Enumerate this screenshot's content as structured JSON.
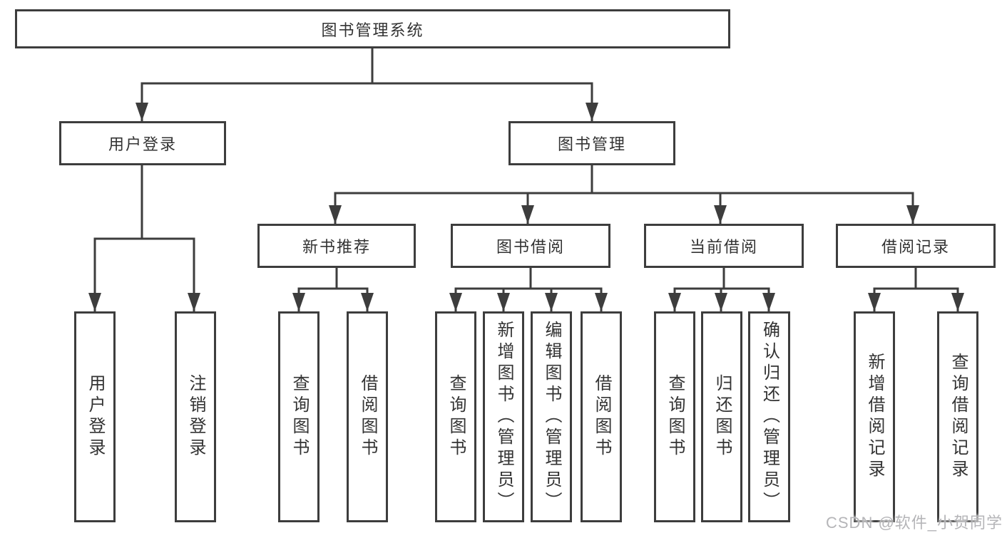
{
  "tree": {
    "label": "图书管理系统",
    "children": [
      {
        "label": "用户登录",
        "children": [
          {
            "label": "用户登录"
          },
          {
            "label": "注销登录"
          }
        ]
      },
      {
        "label": "图书管理",
        "children": [
          {
            "label": "新书推荐",
            "children": [
              {
                "label": "查询图书"
              },
              {
                "label": "借阅图书"
              }
            ]
          },
          {
            "label": "图书借阅",
            "children": [
              {
                "label": "查询图书"
              },
              {
                "label": "新增图书（管理员）"
              },
              {
                "label": "编辑图书（管理员）"
              },
              {
                "label": "借阅图书"
              }
            ]
          },
          {
            "label": "当前借阅",
            "children": [
              {
                "label": "查询图书"
              },
              {
                "label": "归还图书"
              },
              {
                "label": "确认归还（管理员）"
              }
            ]
          },
          {
            "label": "借阅记录",
            "children": [
              {
                "label": "新增借阅记录"
              },
              {
                "label": "查询借阅记录"
              }
            ]
          }
        ]
      }
    ]
  },
  "watermark": {
    "text": "CSDN @软件_小贺同学"
  },
  "colors": {
    "line": "#3d3d3d",
    "box_border": "#3d3d3d",
    "text": "#333333",
    "watermark": "#b5b5b8",
    "background": "#ffffff"
  }
}
